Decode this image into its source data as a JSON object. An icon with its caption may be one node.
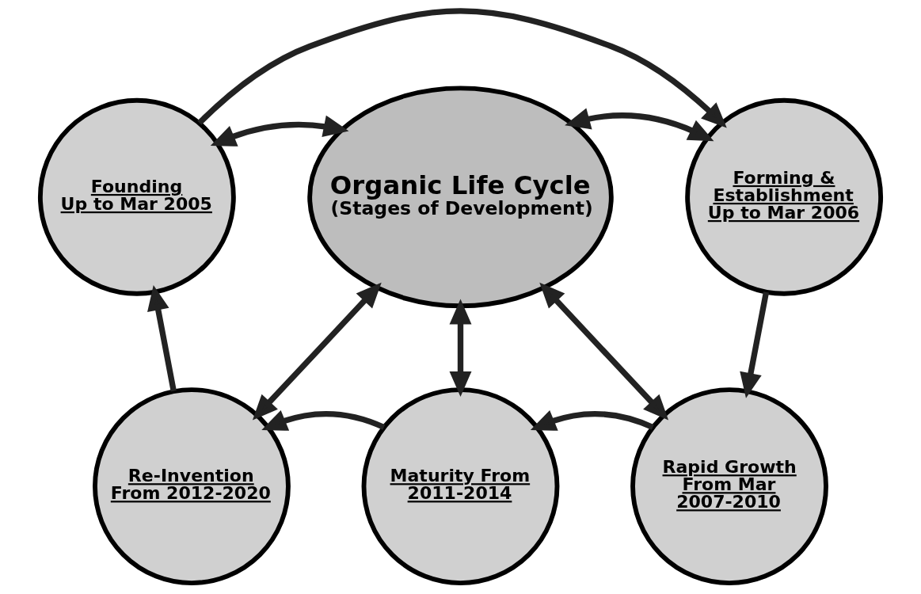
{
  "diagram": {
    "nodes": [
      {
        "text": [
          "Organic Life Cycle",
          "(Stages of Development)"
        ]
      },
      {
        "text": [
          "Founding",
          "Up to Mar 2005"
        ]
      },
      {
        "text": [
          "Forming & Establishment",
          "Up to Mar 2006"
        ]
      },
      {
        "text": [
          "Rapid Growth From Mar 2007-2010"
        ]
      },
      {
        "text": [
          "Maturity From 2011-2014"
        ]
      },
      {
        "text": [
          "Re-Invention From 2012-2020"
        ]
      }
    ],
    "edges": [
      {
        "from": 0,
        "to": 1,
        "arrow": "both"
      },
      {
        "from": 0,
        "to": 2,
        "arrow": "both"
      },
      {
        "from": 0,
        "to": 3,
        "arrow": "both"
      },
      {
        "from": 0,
        "to": 4,
        "arrow": "both"
      },
      {
        "from": 0,
        "to": 5,
        "arrow": "both"
      },
      {
        "from": 1,
        "to": 2,
        "arrow": "to"
      },
      {
        "from": 2,
        "to": 3,
        "arrow": "to"
      },
      {
        "from": 3,
        "to": 4,
        "arrow": "to"
      },
      {
        "from": 4,
        "to": 5,
        "arrow": "to"
      },
      {
        "from": 5,
        "to": 1,
        "arrow": "to"
      }
    ]
  }
}
